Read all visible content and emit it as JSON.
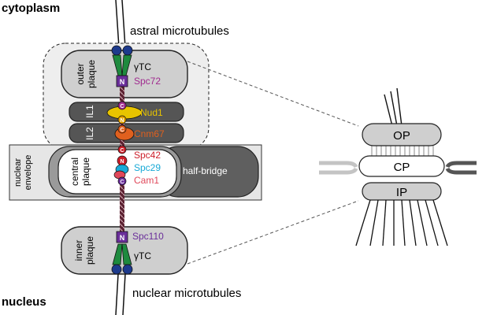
{
  "labels": {
    "cytoplasm": "cytoplasm",
    "nucleus": "nucleus",
    "astral_microtubules": "astral microtubules",
    "nuclear_microtubules": "nuclear microtubules",
    "outer_plaque_line1": "outer",
    "outer_plaque_line2": "plaque",
    "il1": "IL1",
    "il2": "IL2",
    "nuclear_envelope_line1": "nuclear",
    "nuclear_envelope_line2": "envelope",
    "central_plaque_line1": "central",
    "central_plaque_line2": "plaque",
    "half_bridge": "half-bridge",
    "inner_plaque_line1": "inner",
    "inner_plaque_line2": "plaque",
    "gamma_tc_top": "γTC",
    "gamma_tc_bottom": "γTC",
    "spc72": "Spc72",
    "nud1": "Nud1",
    "cnm67": "Cnm67",
    "spc42": "Spc42",
    "spc29": "Spc29",
    "cam1": "Cam1",
    "spc110": "Spc110",
    "op": "OP",
    "cp": "CP",
    "ip": "IP",
    "n_marker": "N",
    "c_marker": "C"
  },
  "colors": {
    "spc72": "#a02a8f",
    "nud1": "#e8c400",
    "cnm67": "#e0601e",
    "spc42": "#cc1f2a",
    "spc29": "#18a9d6",
    "cam1": "#e0485a",
    "spc110": "#6a2e9a",
    "gamma_tc": "#1e8a3e",
    "gamma_cap": "#1d3a8c",
    "linker": "#5a2030"
  }
}
